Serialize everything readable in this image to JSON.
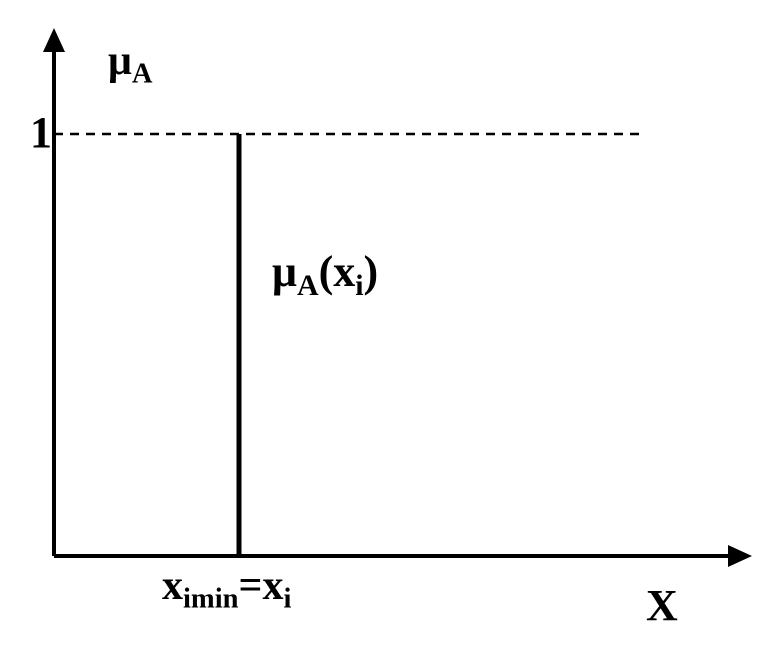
{
  "chart_data": {
    "type": "line",
    "title": "",
    "ylabel": {
      "main": "μ",
      "sub": "A"
    },
    "xlabel": "X",
    "y_ticks": [
      "1"
    ],
    "y_reference": {
      "value": 1,
      "style": "dashed"
    },
    "x_tick": {
      "main1": "x",
      "sub1": "imin",
      "eq": "=",
      "main2": "x",
      "sub2": "i"
    },
    "spike": {
      "x_category": "x_i",
      "height": 1,
      "label": {
        "mu": "μ",
        "sub": "A",
        "open": "(x",
        "sub2": "i",
        "close": ")"
      }
    },
    "ylim": [
      0,
      1
    ],
    "grid": false,
    "colors": {
      "axis": "#000000",
      "background": "#ffffff"
    }
  }
}
